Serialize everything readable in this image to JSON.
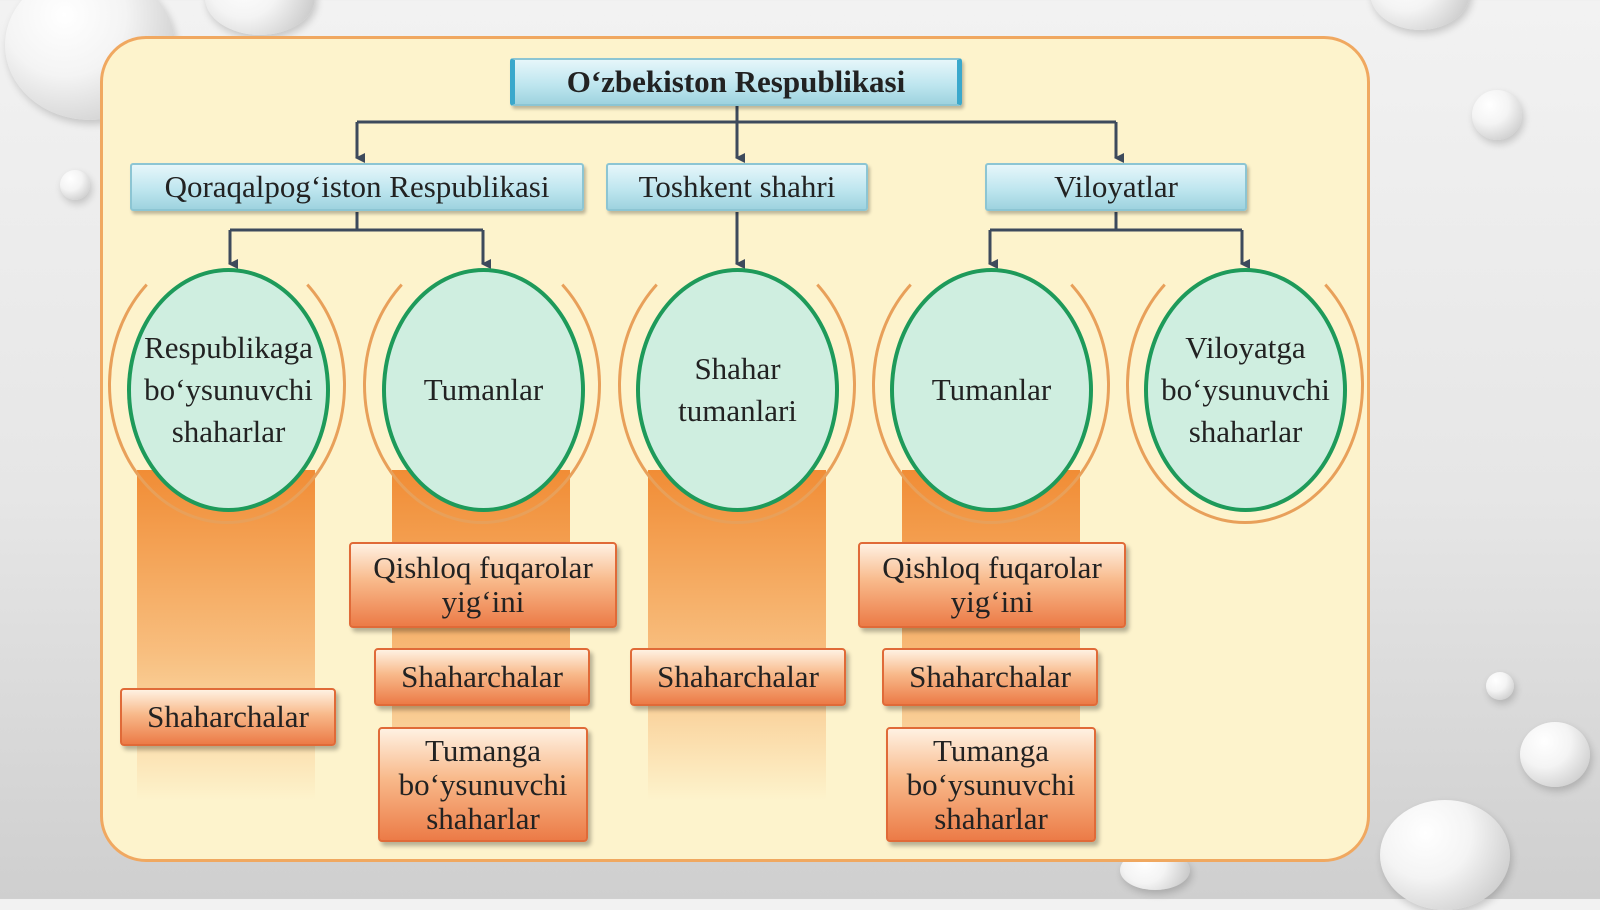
{
  "root": "O‘zbekiston Respublikasi",
  "level1": [
    "Qoraqalpog‘iston Respublikasi",
    "Toshkent shahri",
    "Viloyatlar"
  ],
  "level2": [
    [
      "Respublikaga",
      "bo‘ysunuvchi",
      "shaharlar"
    ],
    [
      "Tumanlar"
    ],
    [
      "Shahar",
      "tumanlari"
    ],
    [
      "Tumanlar"
    ],
    [
      "Viloyatga",
      "bo‘ysunuvchi",
      "shaharlar"
    ]
  ],
  "level3": {
    "qfy": [
      "Qishloq fuqarolar",
      "yig‘ini"
    ],
    "shaharchalar": "Shaharchalar",
    "tumanga": [
      "Tumanga",
      "bo‘ysunuvchi",
      "shaharlar"
    ]
  },
  "colors": {
    "cyan_box": "#bfe6ef",
    "circle_fill": "#cfeee0",
    "circle_border": "#1e9a5a",
    "orange_box": "#ec7b47",
    "panel": "#fdf3cc",
    "arrow": "#3d4a5c"
  }
}
